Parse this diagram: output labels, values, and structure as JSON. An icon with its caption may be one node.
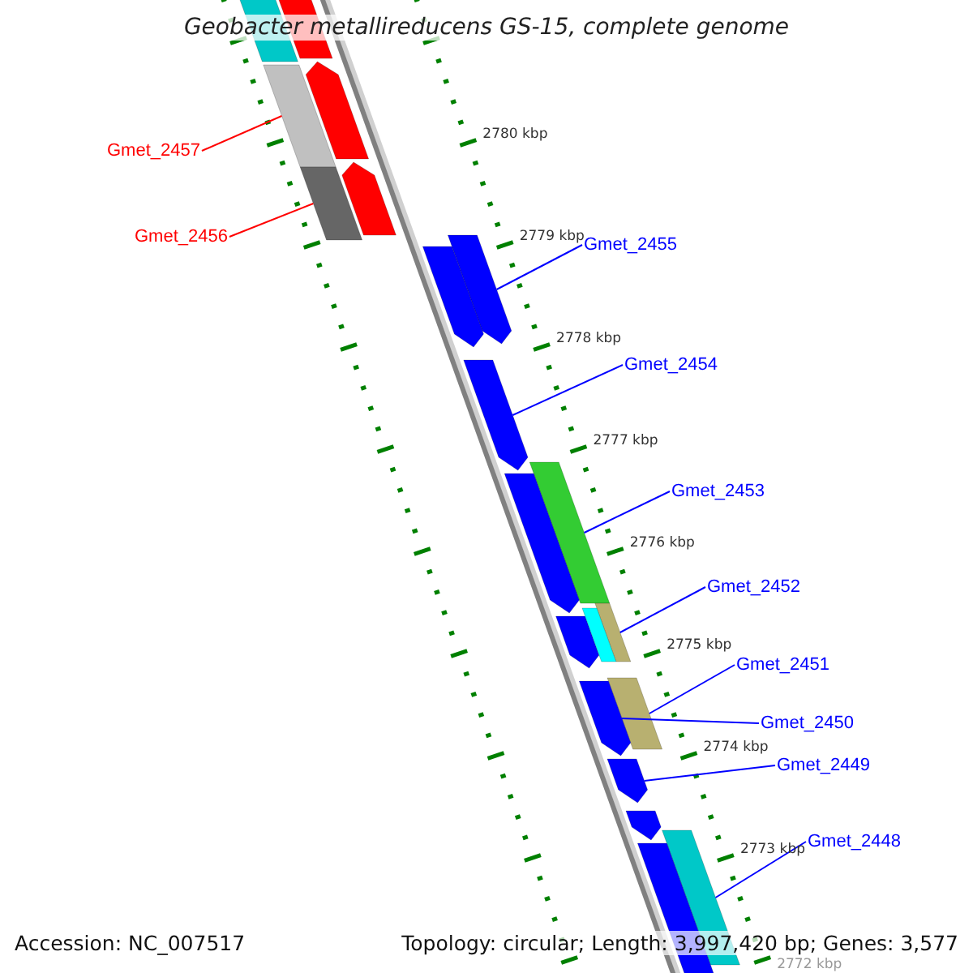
{
  "diagram": {
    "title": "Geobacter metallireducens GS-15, complete genome",
    "nodes": [
      {
        "text": [
          "Gmet_2457"
        ]
      },
      {
        "text": [
          "Gmet_2456"
        ]
      },
      {
        "text": [
          "Gmet_2455"
        ]
      },
      {
        "text": [
          "Gmet_2454"
        ]
      },
      {
        "text": [
          "Gmet_2453"
        ]
      },
      {
        "text": [
          "Gmet_2452"
        ]
      },
      {
        "text": [
          "Gmet_2451"
        ]
      },
      {
        "text": [
          "Gmet_2450"
        ]
      },
      {
        "text": [
          "Gmet_2449"
        ]
      },
      {
        "text": [
          "Gmet_2448"
        ]
      },
      {
        "text": [],
        "shape": "box"
      },
      {
        "text": [],
        "shape": "box"
      },
      {
        "text": [],
        "shape": "arrow"
      },
      {
        "text": [],
        "shape": "arrow"
      },
      {
        "text": [],
        "shape": "box"
      },
      {
        "text": [],
        "shape": "box"
      },
      {
        "text": [],
        "shape": "box"
      },
      {
        "text": [],
        "shape": "arrow"
      },
      {
        "text": [],
        "shape": "arrow"
      },
      {
        "text": [],
        "shape": "box"
      },
      {
        "text": [],
        "shape": "arrow"
      },
      {
        "text": [],
        "shape": "box"
      },
      {
        "text": [],
        "shape": "arrow"
      },
      {
        "text": [],
        "shape": "arrow"
      },
      {
        "text": [],
        "shape": "arrow"
      },
      {
        "text": [],
        "shape": "arrow"
      },
      {
        "text": [],
        "shape": "arrow"
      },
      {
        "text": [],
        "shape": "box"
      },
      {
        "text": [],
        "shape": "arrow"
      },
      {
        "text": [],
        "shape": "arrow"
      }
    ],
    "edges": [
      {
        "from": 0,
        "to": 10,
        "arrow": "none",
        "color": "#ff0000"
      },
      {
        "from": 1,
        "to": 11,
        "arrow": "none",
        "color": "#ff0000"
      },
      {
        "from": 2,
        "to": 12,
        "arrow": "none"
      },
      {
        "from": 3,
        "to": 13,
        "arrow": "none"
      },
      {
        "from": 4,
        "to": 14,
        "arrow": "none"
      },
      {
        "from": 5,
        "to": 15,
        "arrow": "none"
      },
      {
        "from": 6,
        "to": 16,
        "arrow": "none"
      },
      {
        "from": 7,
        "to": 17,
        "arrow": "none"
      },
      {
        "from": 8,
        "to": 18,
        "arrow": "none"
      },
      {
        "from": 9,
        "to": 19,
        "arrow": "none"
      }
    ],
    "labels": [
      "2780 kbp",
      "2779 kbp",
      "2778 kbp",
      "2777 kbp",
      "2776 kbp",
      "2775 kbp",
      "2774 kbp",
      "2773 kbp",
      "2772 kbp",
      "Accession: NC_007517",
      "Topology: circular; Length: 3,997,420 bp; Genes: 3,577"
    ]
  }
}
